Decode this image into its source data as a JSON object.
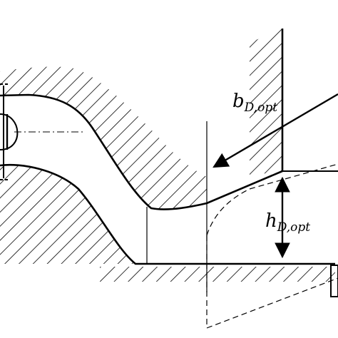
{
  "labels": {
    "b_main": "b",
    "b_sub": "D,opt",
    "h_main": "h",
    "h_sub": "D,opt"
  },
  "colors": {
    "ink": "#000000",
    "paper": "#ffffff"
  }
}
